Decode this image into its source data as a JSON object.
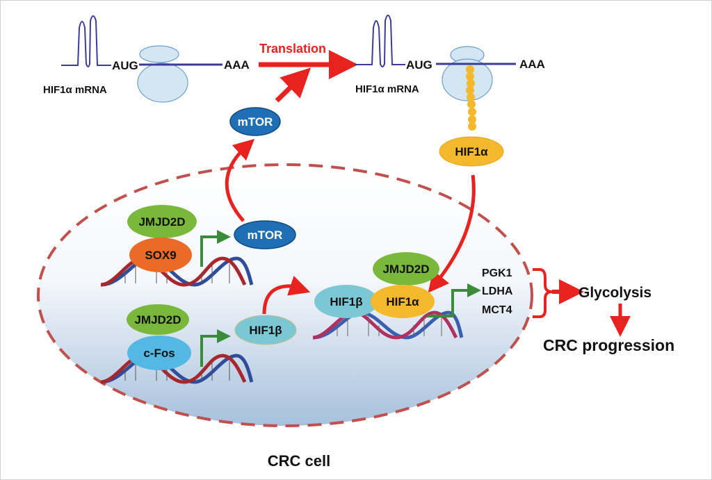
{
  "title": "JMJD2D regulation of HIF1α-mediated glycolysis in CRC",
  "mrna_left": {
    "label": "HIF1α mRNA",
    "start": "AUG",
    "end": "AAA"
  },
  "mrna_right": {
    "label": "HIF1α mRNA",
    "start": "AUG",
    "end": "AAA"
  },
  "translation_label": "Translation",
  "nodes": {
    "mtor_top": "mTOR",
    "mtor_nucleus": "mTOR",
    "hif1a_cyto": "HIF1α",
    "jmjd2d_sox9": "JMJD2D",
    "sox9": "SOX9",
    "jmjd2d_cfos": "JMJD2D",
    "cfos": "c-Fos",
    "hif1b_single": "HIF1β",
    "jmjd2d_complex": "JMJD2D",
    "hif1b_complex": "HIF1β",
    "hif1a_complex": "HIF1α"
  },
  "target_genes": [
    "PGK1",
    "LDHA",
    "MCT4"
  ],
  "outcome": {
    "glycolysis": "Glycolysis",
    "progression": "CRC progression"
  },
  "cell_label": "CRC cell",
  "colors": {
    "arrow_red": "#e8231f",
    "arrow_green": "#3a8c3a",
    "mrna": "#3b3b9a",
    "ribosome": "#d4e6f1",
    "mtor": "#1f6fb5",
    "hif1a": "#f4b82c",
    "jmjd2d": "#7ab83c",
    "sox9": "#ea6a26",
    "cfos": "#55b7e3",
    "hif1b": "#7cc7d4",
    "dashed": "#c0504d"
  }
}
